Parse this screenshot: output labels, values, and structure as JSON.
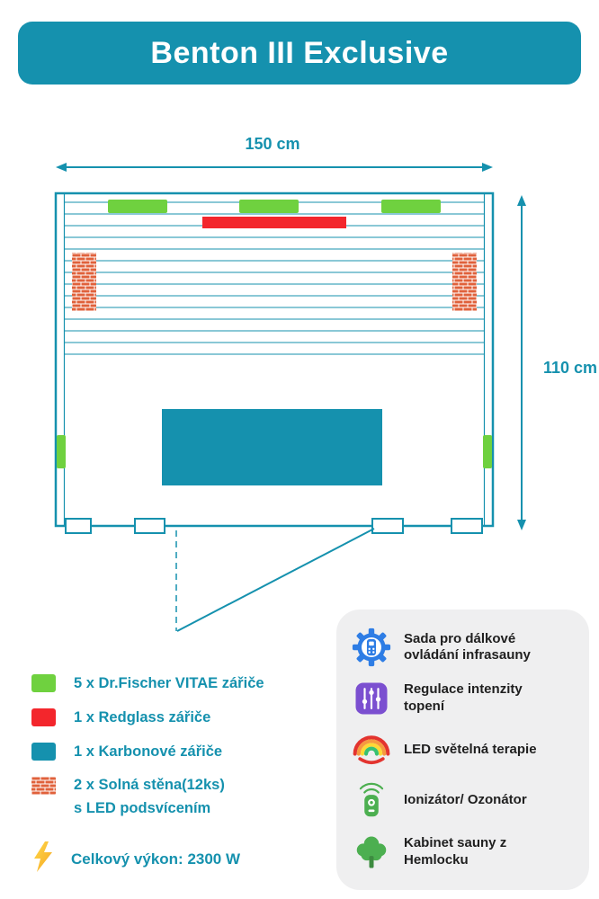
{
  "header": {
    "title": "Benton III Exclusive"
  },
  "diagram": {
    "width_label": "150 cm",
    "height_label": "110 cm"
  },
  "legend": {
    "items": [
      {
        "swatch": "green-square-swatch",
        "label": "5 x Dr.Fischer VITAE zářiče"
      },
      {
        "swatch": "red-square-swatch",
        "label": "1 x Redglass zářiče"
      },
      {
        "swatch": "teal-square-swatch",
        "label": "1 x Karbonové zářiče"
      },
      {
        "swatch": "brick-pattern-swatch",
        "label": "2 x Solná stěna(12ks)",
        "sublabel": "s LED podsvícením"
      }
    ],
    "power_icon": "lightning-bolt-icon",
    "power_label": "Celkový výkon: 2300 W"
  },
  "features": {
    "items": [
      {
        "icon": "remote-control-gear-icon",
        "label": "Sada pro dálkové ovládání infrasauny"
      },
      {
        "icon": "intensity-sliders-icon",
        "label": "Regulace intenzity topení"
      },
      {
        "icon": "rainbow-led-icon",
        "label": "LED světelná terapie"
      },
      {
        "icon": "ionizer-device-icon",
        "label": "Ionizátor/ Ozonátor"
      },
      {
        "icon": "hemlock-tree-icon",
        "label": "Kabinet sauny z Hemlocku"
      }
    ]
  },
  "colors": {
    "teal": "#1591ae",
    "green": "#6fd13f",
    "red": "#f3262c",
    "brick_orange": "#e0613b",
    "panel_bg": "#efeff0",
    "lightning_yellow": "#f9c513",
    "feature_blue": "#2e7de5",
    "feature_purple": "#7b4fd0",
    "feature_green": "#4caf50"
  }
}
